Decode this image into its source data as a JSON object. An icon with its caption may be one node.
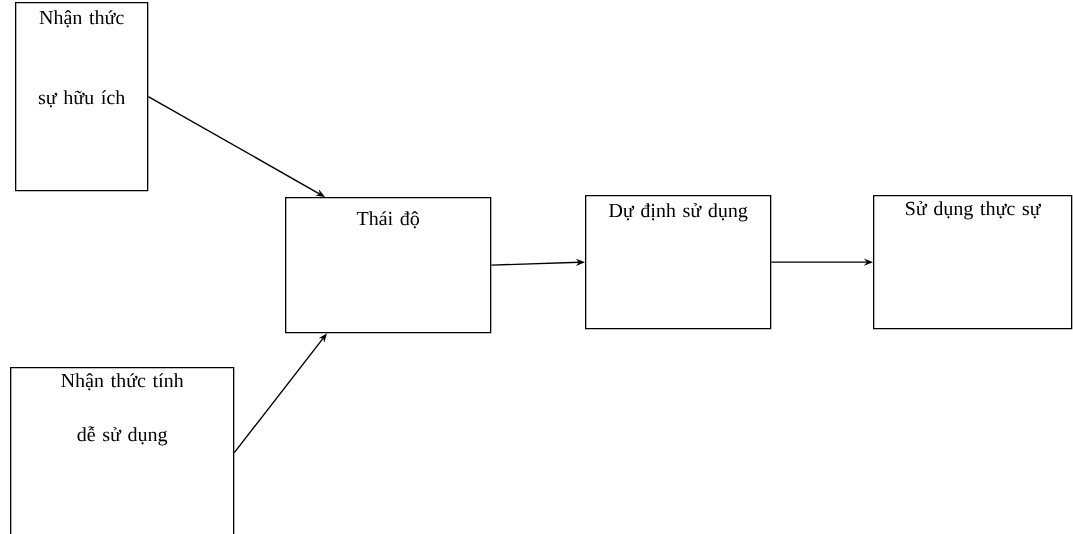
{
  "diagram": {
    "nodes": [
      {
        "text": [
          "Nhận thức sự hữu ích"
        ]
      },
      {
        "text": [
          "Thái độ"
        ]
      },
      {
        "text": [
          "Dự định sử dụng"
        ]
      },
      {
        "text": [
          "Sử dụng thực sự"
        ]
      },
      {
        "text": [
          "Nhận thức tính dễ sử dụng"
        ]
      }
    ],
    "edges": [
      {
        "from": 0,
        "to": 1,
        "arrow": "to"
      },
      {
        "from": 4,
        "to": 1,
        "arrow": "to"
      },
      {
        "from": 1,
        "to": 2,
        "arrow": "to"
      },
      {
        "from": 2,
        "to": 3,
        "arrow": "to"
      }
    ]
  }
}
